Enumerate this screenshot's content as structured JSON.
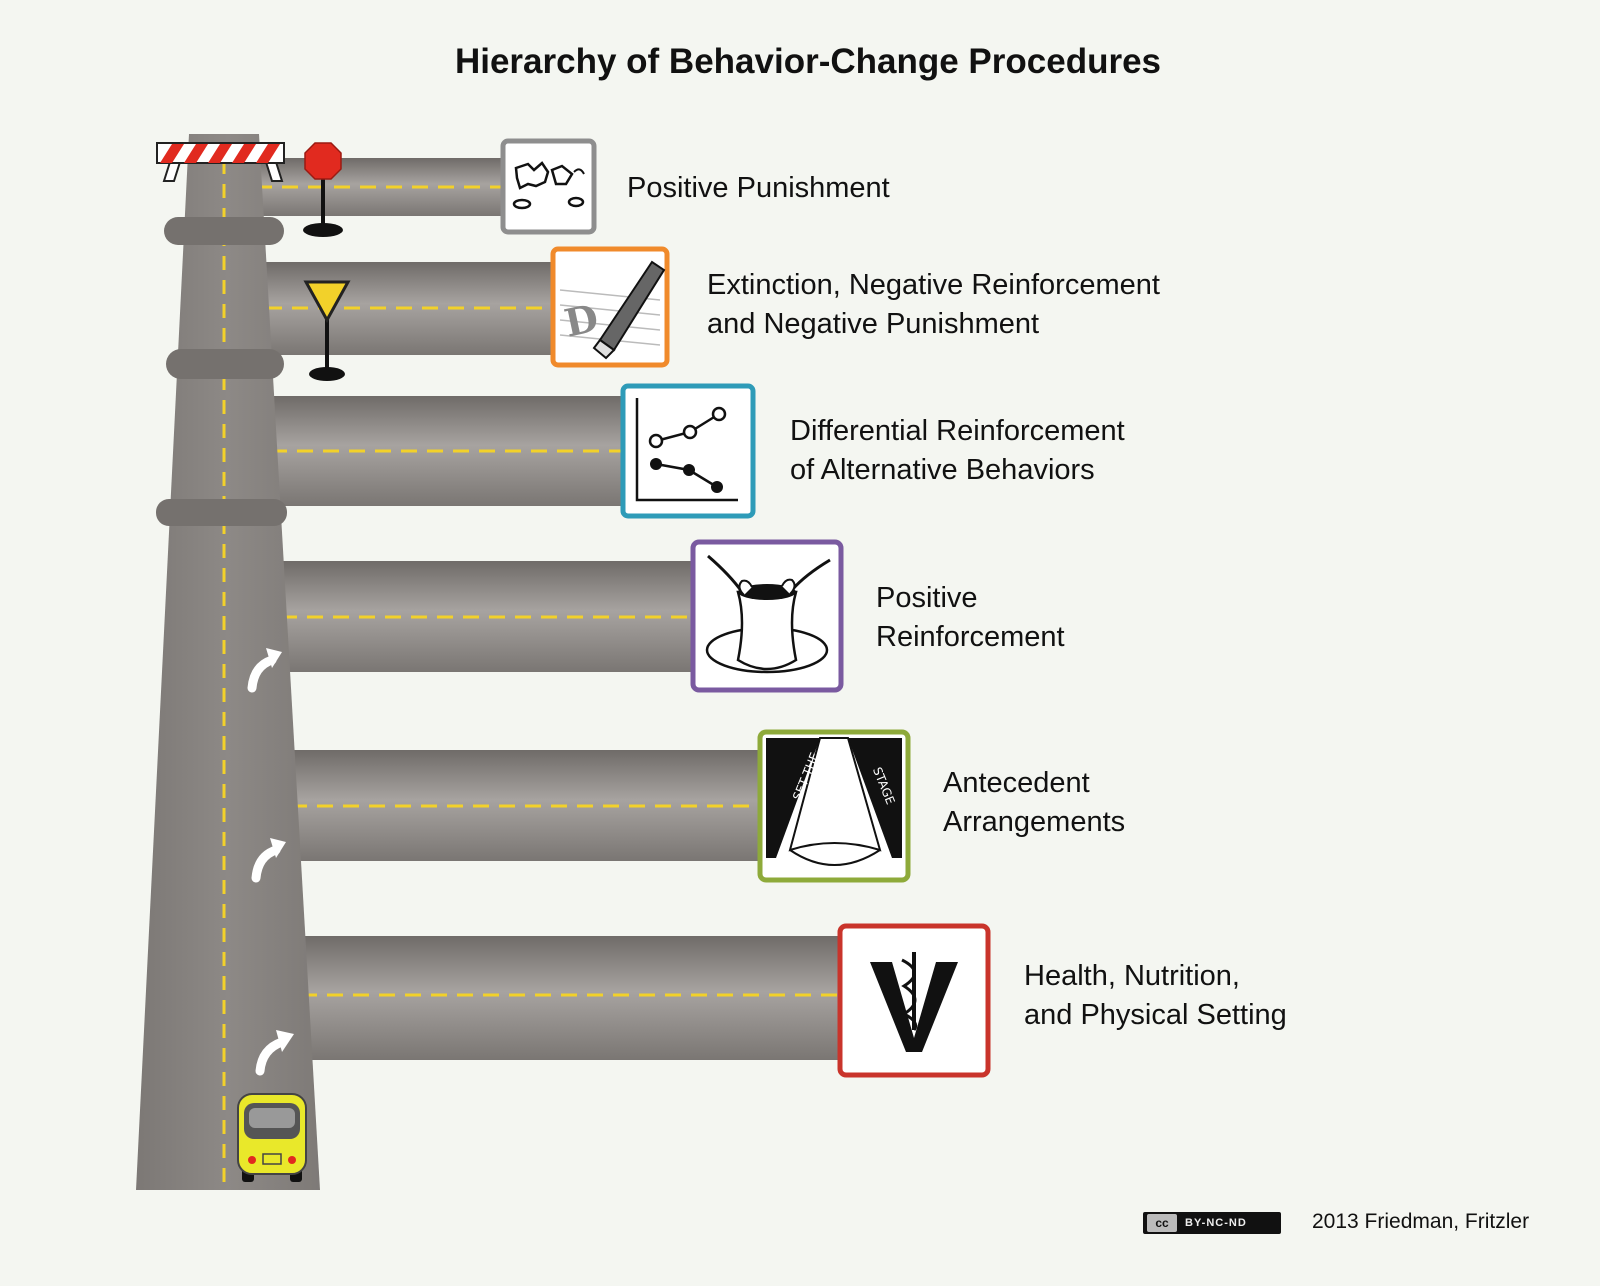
{
  "title": "Hierarchy of Behavior-Change Procedures",
  "levels": [
    {
      "label_lines": [
        "Positive Punishment"
      ],
      "frame_color": "#8e8e8e",
      "icon": "fight-icon"
    },
    {
      "label_lines": [
        "Extinction, Negative Reinforcement",
        "and Negative Punishment"
      ],
      "frame_color": "#f08a2b",
      "icon": "eraser-icon"
    },
    {
      "label_lines": [
        "Differential Reinforcement",
        "of Alternative Behaviors"
      ],
      "frame_color": "#2e9bb8",
      "icon": "line-graph-icon"
    },
    {
      "label_lines": [
        "Positive",
        "Reinforcement"
      ],
      "frame_color": "#7a5aa0",
      "icon": "pottery-wheel-icon"
    },
    {
      "label_lines": [
        "Antecedent",
        "Arrangements"
      ],
      "frame_color": "#8eaa3a",
      "icon": "stage-curtain-icon"
    },
    {
      "label_lines": [
        "Health, Nutrition,",
        "and Physical Setting"
      ],
      "frame_color": "#c9342b",
      "icon": "caduceus-icon"
    }
  ],
  "road_signs": [
    "stop-sign-icon",
    "yield-sign-icon"
  ],
  "footer": {
    "license_mark": "cc",
    "license_terms": "BY-NC-ND",
    "credit": "2013 Friedman, Fritzler"
  },
  "colors": {
    "road": "#8a8683",
    "lane_marking": "#f2d12a",
    "barricade": "#e12a1f",
    "car": "#e9e82a"
  }
}
